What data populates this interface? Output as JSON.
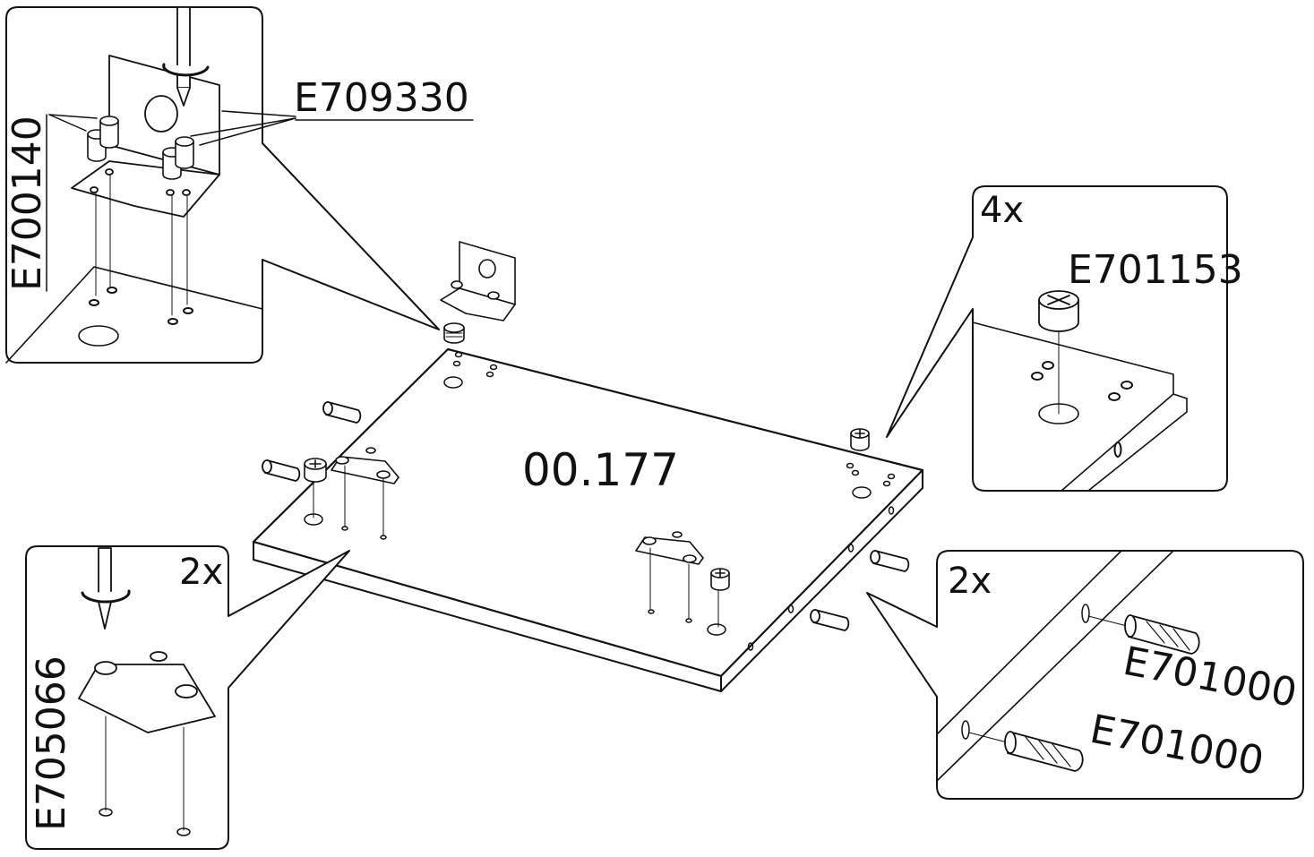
{
  "diagram": {
    "main_part_label": "00.177",
    "callout_top_left": {
      "part_a": "E709330",
      "part_b": "E700140"
    },
    "callout_right_top": {
      "quantity": "4x",
      "part": "E701153"
    },
    "callout_bottom_left": {
      "quantity": "2x",
      "part": "E705066"
    },
    "callout_bottom_right": {
      "quantity": "2x",
      "part_a": "E701000",
      "part_b": "E701000"
    }
  }
}
